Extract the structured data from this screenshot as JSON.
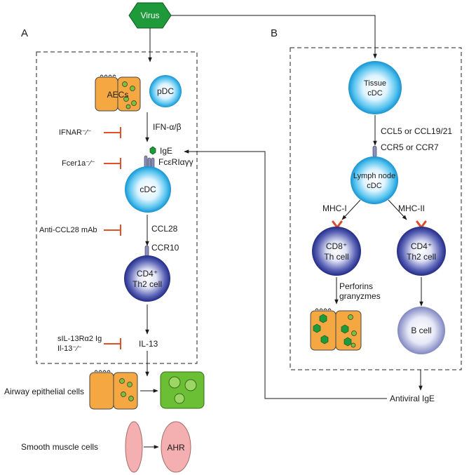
{
  "panels": {
    "a": "A",
    "b": "B"
  },
  "virus": "Virus",
  "left": {
    "aecs": "AECs",
    "pdc": "pDC",
    "ifn": "IFN-α/β",
    "ige": "IgE",
    "fcer": "FcεRIαγγ",
    "cdc": "cDC",
    "ccl28": "CCL28",
    "ccr10": "CCR10",
    "th2_line1": "CD4⁺",
    "th2_line2": "Th2 cell",
    "il13": "IL-13",
    "airway": "Airway epithelial cells",
    "smooth": "Smooth muscle cells",
    "ahr": "AHR"
  },
  "inhibitors": {
    "ifnar": "IFNAR⁻⁄⁻",
    "fcer": "Fcer1a⁻⁄⁻",
    "anti_ccl28": "Anti-CCL28 mAb",
    "sil13_line1": "sIL-13Rα2 Ig",
    "sil13_line2": "Il-13⁻⁄⁻"
  },
  "right": {
    "tissue_line1": "Tissue",
    "tissue_line2": "cDC",
    "ccl5": "CCL5 or CCL19/21",
    "ccr5": "CCR5 or CCR7",
    "ln_line1": "Lymph node",
    "ln_line2": "cDC",
    "mhc1": "MHC-I",
    "mhc2": "MHC-II",
    "cd8_line1": "CD8⁺",
    "cd8_line2": "Th cell",
    "cd4_line1": "CD4⁺",
    "cd4_line2": "Th2 cell",
    "perforins_line1": "Perforins",
    "perforins_line2": "granyzmes",
    "bcell": "B cell",
    "antiviral": "Antiviral IgE"
  },
  "colors": {
    "virus": "#1f9a3a",
    "aec_fill": "#f5a742",
    "aec_dot": "#7bbf3a",
    "green_box": "#6abf35",
    "inhibitor": "#e0502a",
    "receptor": "#8a8fc0",
    "mhc": "#d84a2a",
    "smooth_muscle": "#f4b0b0"
  }
}
